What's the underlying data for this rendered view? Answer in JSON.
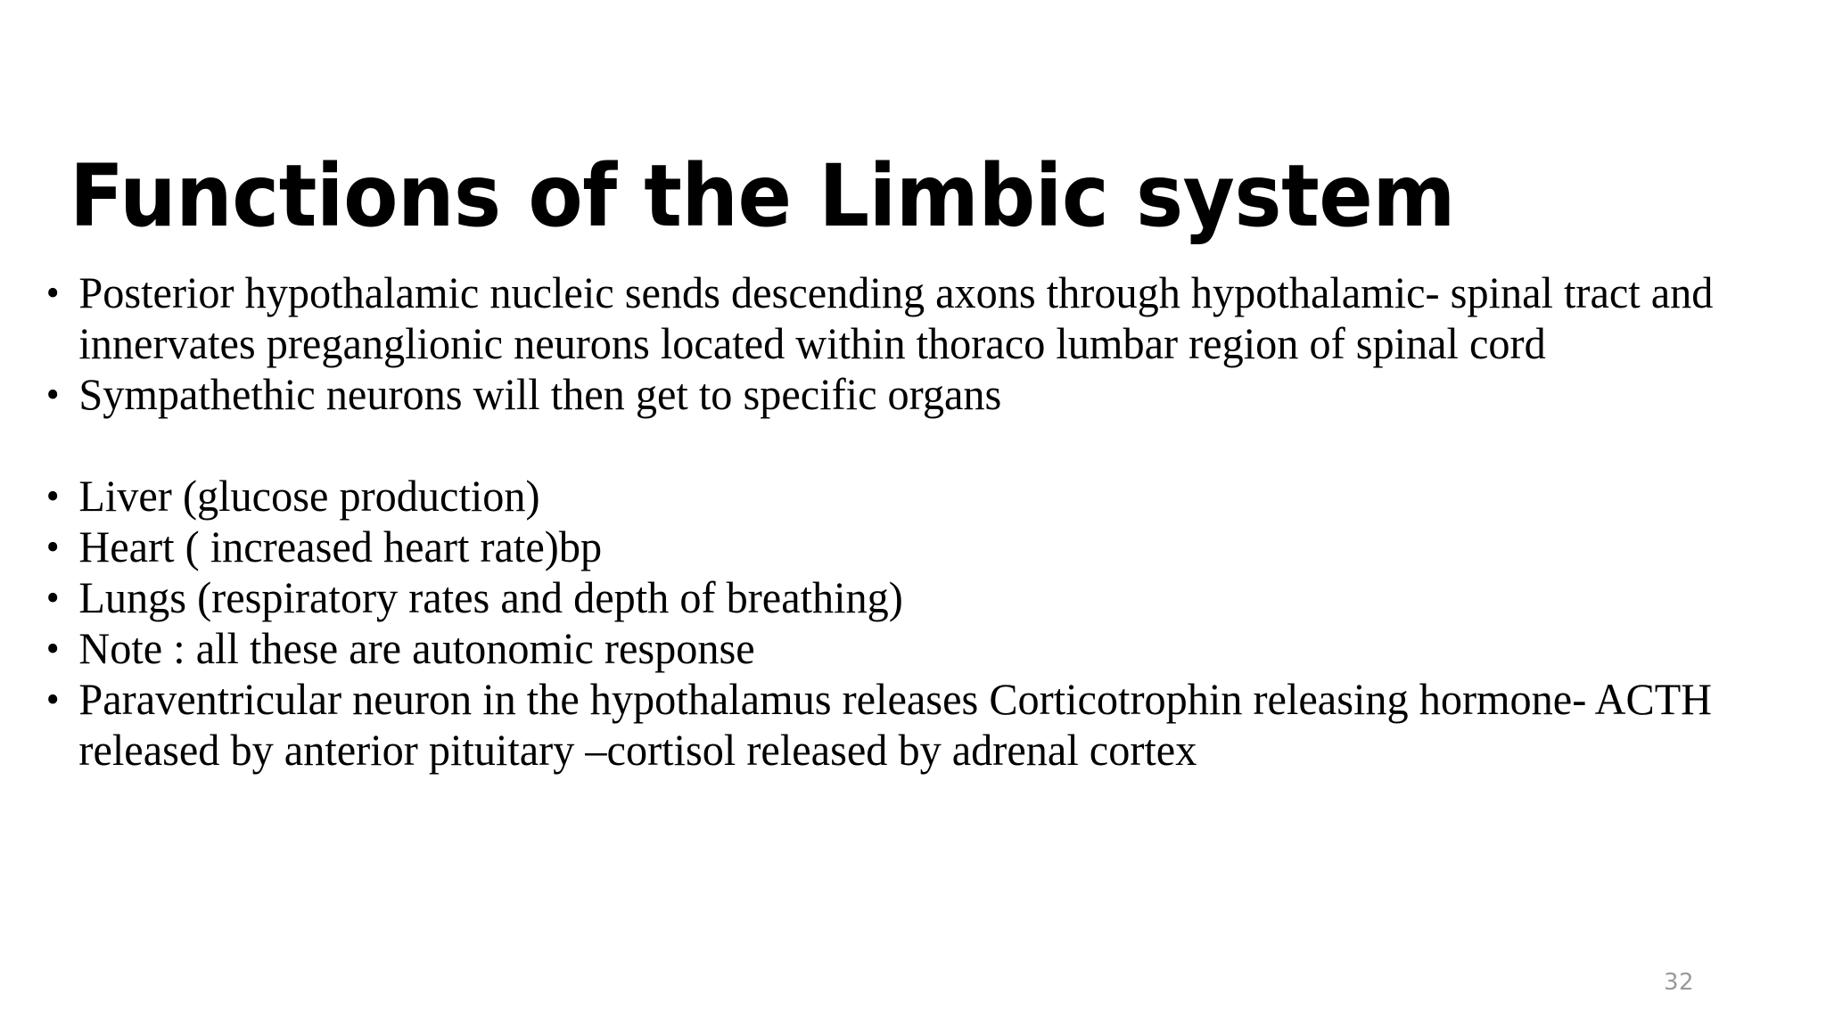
{
  "slide": {
    "title": "Functions of the Limbic system",
    "page_number": "32",
    "background_color": "#ffffff",
    "text_color": "#000000",
    "page_number_color": "#9a9a9a",
    "bullets": [
      {
        "text": "Posterior hypothalamic nucleic sends descending axons through hypothalamic- spinal tract and innervates preganglionic neurons located within thoraco lumbar region of spinal cord",
        "marker": true
      },
      {
        "text": "Sympathethic neurons will then get to specific organs",
        "marker": true
      },
      {
        "text": "",
        "marker": false
      },
      {
        "text": "Liver (glucose production)",
        "marker": true
      },
      {
        "text": "Heart ( increased heart rate)bp",
        "marker": true
      },
      {
        "text": "Lungs (respiratory rates and depth of breathing)",
        "marker": true
      },
      {
        "text": "Note : all these are autonomic response",
        "marker": true
      },
      {
        "text": "Paraventricular neuron in the hypothalamus releases Corticotrophin releasing hormone- ACTH released by anterior pituitary –cortisol released by adrenal cortex",
        "marker": true
      }
    ]
  }
}
